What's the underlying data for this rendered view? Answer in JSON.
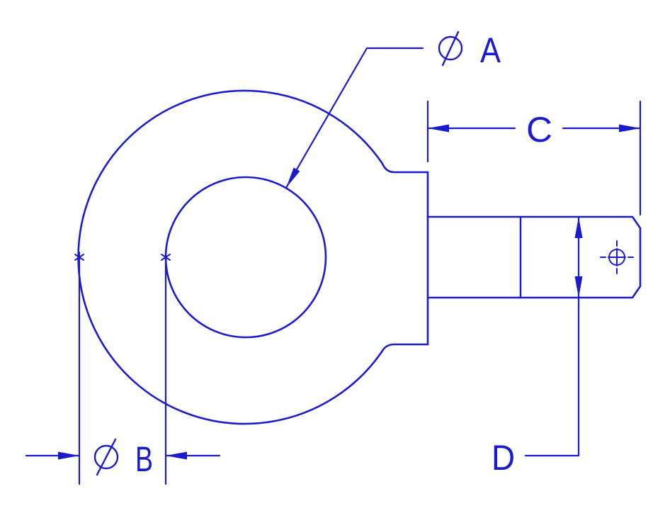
{
  "drawing": {
    "background_color": "#ffffff",
    "line_color": "#1b1bce",
    "dimensions": {
      "a": {
        "label": "A",
        "symbol": "diameter",
        "style": "leader-to-eye-hole"
      },
      "b": {
        "label": "B",
        "symbol": "diameter",
        "style": "linear-horizontal-arrows-outside"
      },
      "c": {
        "label": "C",
        "symbol": "none",
        "style": "linear-horizontal-arrows-inside"
      },
      "d": {
        "label": "D",
        "symbol": "none",
        "style": "linear-vertical-arrows-inside"
      }
    }
  }
}
